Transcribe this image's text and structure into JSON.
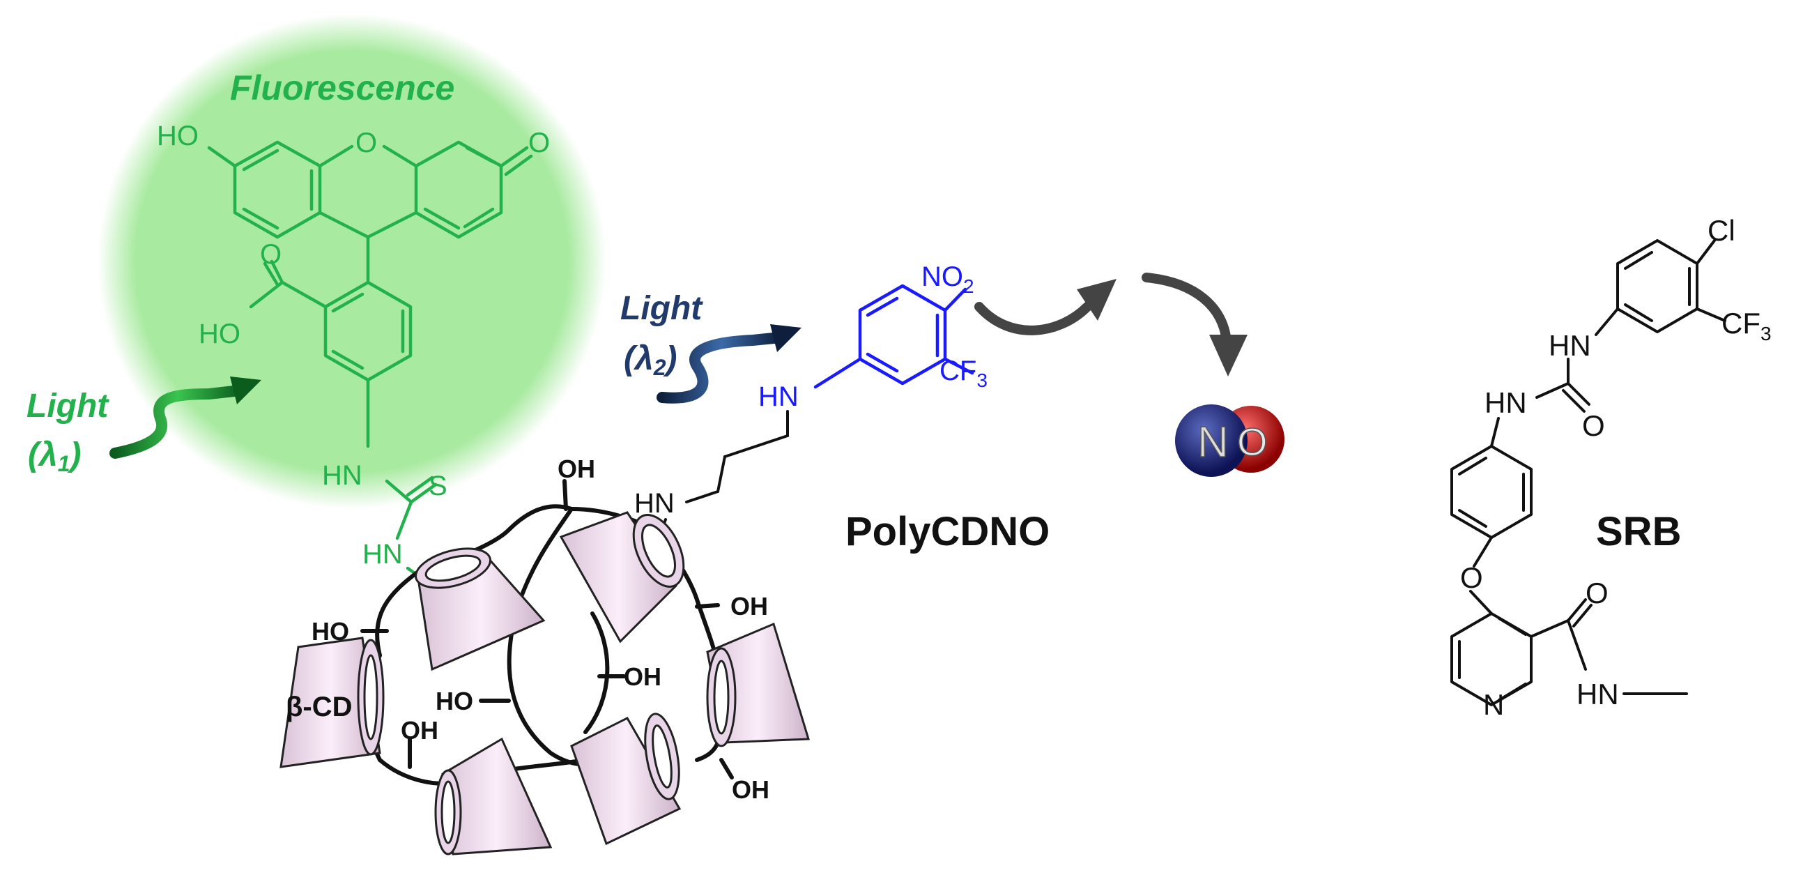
{
  "labels": {
    "fluorescence": "Fluorescence",
    "light": "Light",
    "lambda1": "(λ",
    "lambda1_sub": "1",
    "lambda2": "(λ",
    "lambda2_sub": "2",
    "close_paren": ")",
    "polycdno": "PolyCDNO",
    "srb": "SRB",
    "beta_cd": "β-CD",
    "no_n": "N",
    "no_o": "O"
  },
  "fluorescein": {
    "ho": "HO",
    "o_ring": "O",
    "o_keto": "O",
    "o_acid": "O",
    "ho_acid": "HO",
    "hn": "HN",
    "s": "S",
    "hn2": "HN"
  },
  "nitro": {
    "no2": "NO",
    "no2_sub": "2",
    "cf3": "CF",
    "cf3_sub": "3",
    "hn": "HN",
    "hn_linker": "HN"
  },
  "polymer_oh": [
    "OH",
    "HO",
    "OH",
    "OH",
    "HO",
    "OH",
    "OH"
  ],
  "srb_mol": {
    "cl": "Cl",
    "cf3": "CF",
    "cf3_sub": "3",
    "hn_top": "HN",
    "hn_left": "HN",
    "o_urea": "O",
    "o_ether": "O",
    "o_amide": "O",
    "n_pyr": "N",
    "hn_amide": "HN"
  },
  "colors": {
    "green": "#22b14c",
    "glow": "#a8eaa0",
    "blue": "#1a1aff",
    "navy": "#1f3a6b",
    "no_blue": "#1a237e",
    "no_red": "#c62828",
    "cone_pink": "#f4dff0"
  }
}
